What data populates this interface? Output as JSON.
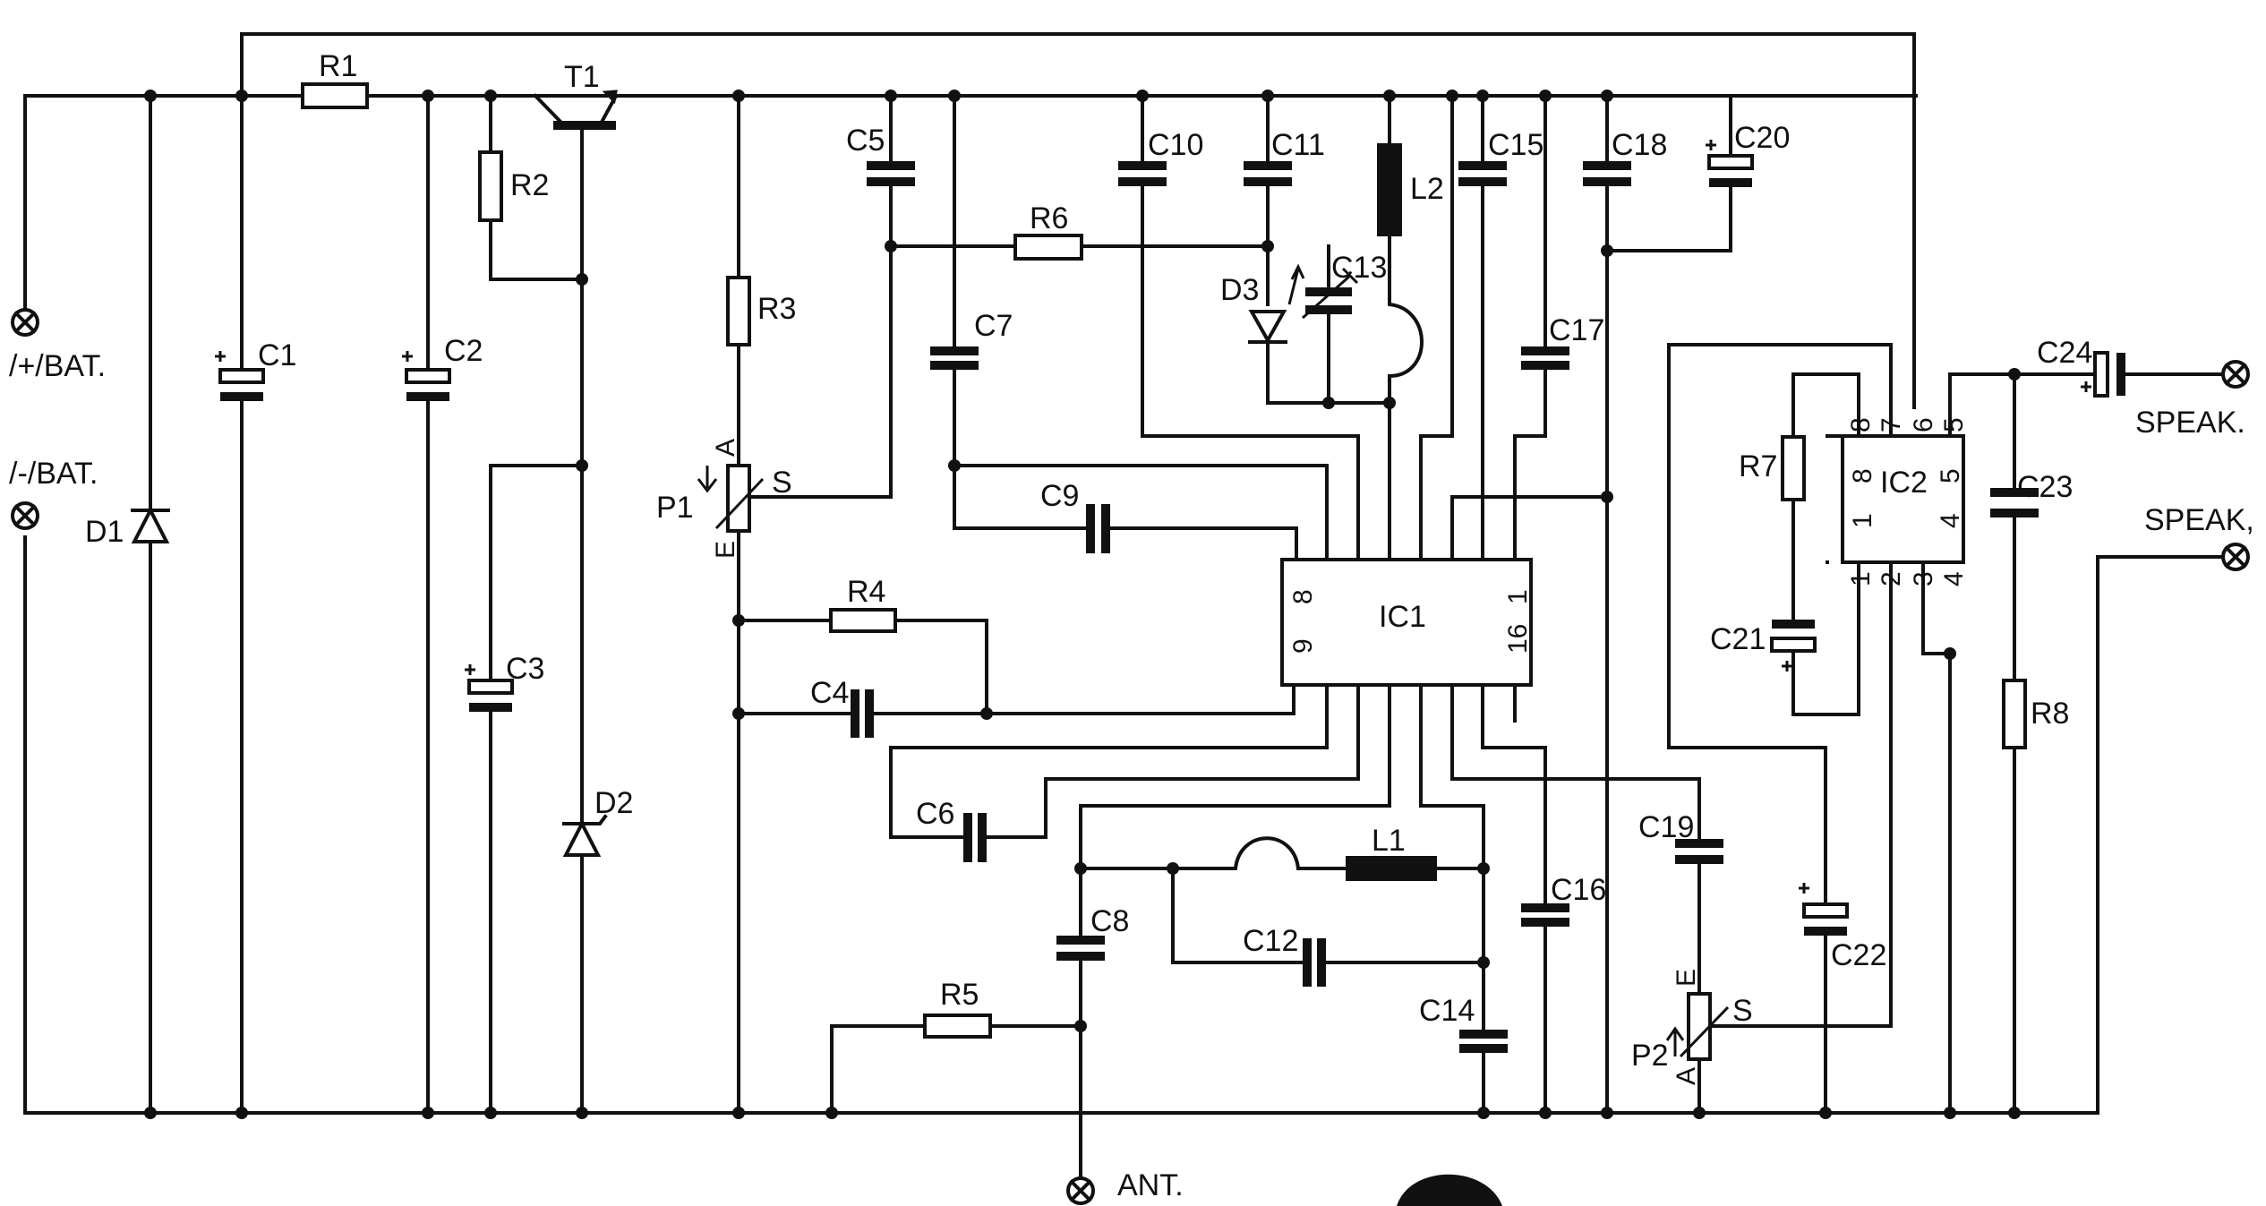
{
  "labels": {
    "R1": "R1",
    "R2": "R2",
    "R3": "R3",
    "R4": "R4",
    "R5": "R5",
    "R6": "R6",
    "R7": "R7",
    "R8": "R8",
    "C1": "C1",
    "C2": "C2",
    "C3": "C3",
    "C4": "C4",
    "C5": "C5",
    "C6": "C6",
    "C7": "C7",
    "C8": "C8",
    "C9": "C9",
    "C10": "C10",
    "C11": "C11",
    "C12": "C12",
    "C13": "C13",
    "C14": "C14",
    "C15": "C15",
    "C16": "C16",
    "C17": "C17",
    "C18": "C18",
    "C19": "C19",
    "C20": "C20",
    "C21": "C21",
    "C22": "C22",
    "C23": "C23",
    "C24": "C24",
    "T1": "T1",
    "D1": "D1",
    "D2": "D2",
    "D3": "D3",
    "L1": "L1",
    "L2": "L2",
    "IC1": "IC1",
    "IC2": "IC2",
    "P1": "P1",
    "P2": "P2"
  },
  "terminals": {
    "bat_plus": "/+/BAT.",
    "bat_minus": "/-/BAT.",
    "speak1": "SPEAK.",
    "speak2": "SPEAK,",
    "ant": "ANT."
  },
  "pins": {
    "ic1_8": "8",
    "ic1_9": "9",
    "ic1_16": "16",
    "ic1_1": "1",
    "ic2_8": "8",
    "ic2_7": "7",
    "ic2_6": "6",
    "ic2_5a": "5",
    "ic2_5b": "5",
    "ic2_8b": "8",
    "ic2_1b": "1",
    "ic2_4b": "4",
    "ic2_1": "1",
    "ic2_2": "2",
    "ic2_3": "3",
    "ic2_4": "4",
    "pot_a": "A",
    "pot_e": "E",
    "pot_s": "S"
  }
}
